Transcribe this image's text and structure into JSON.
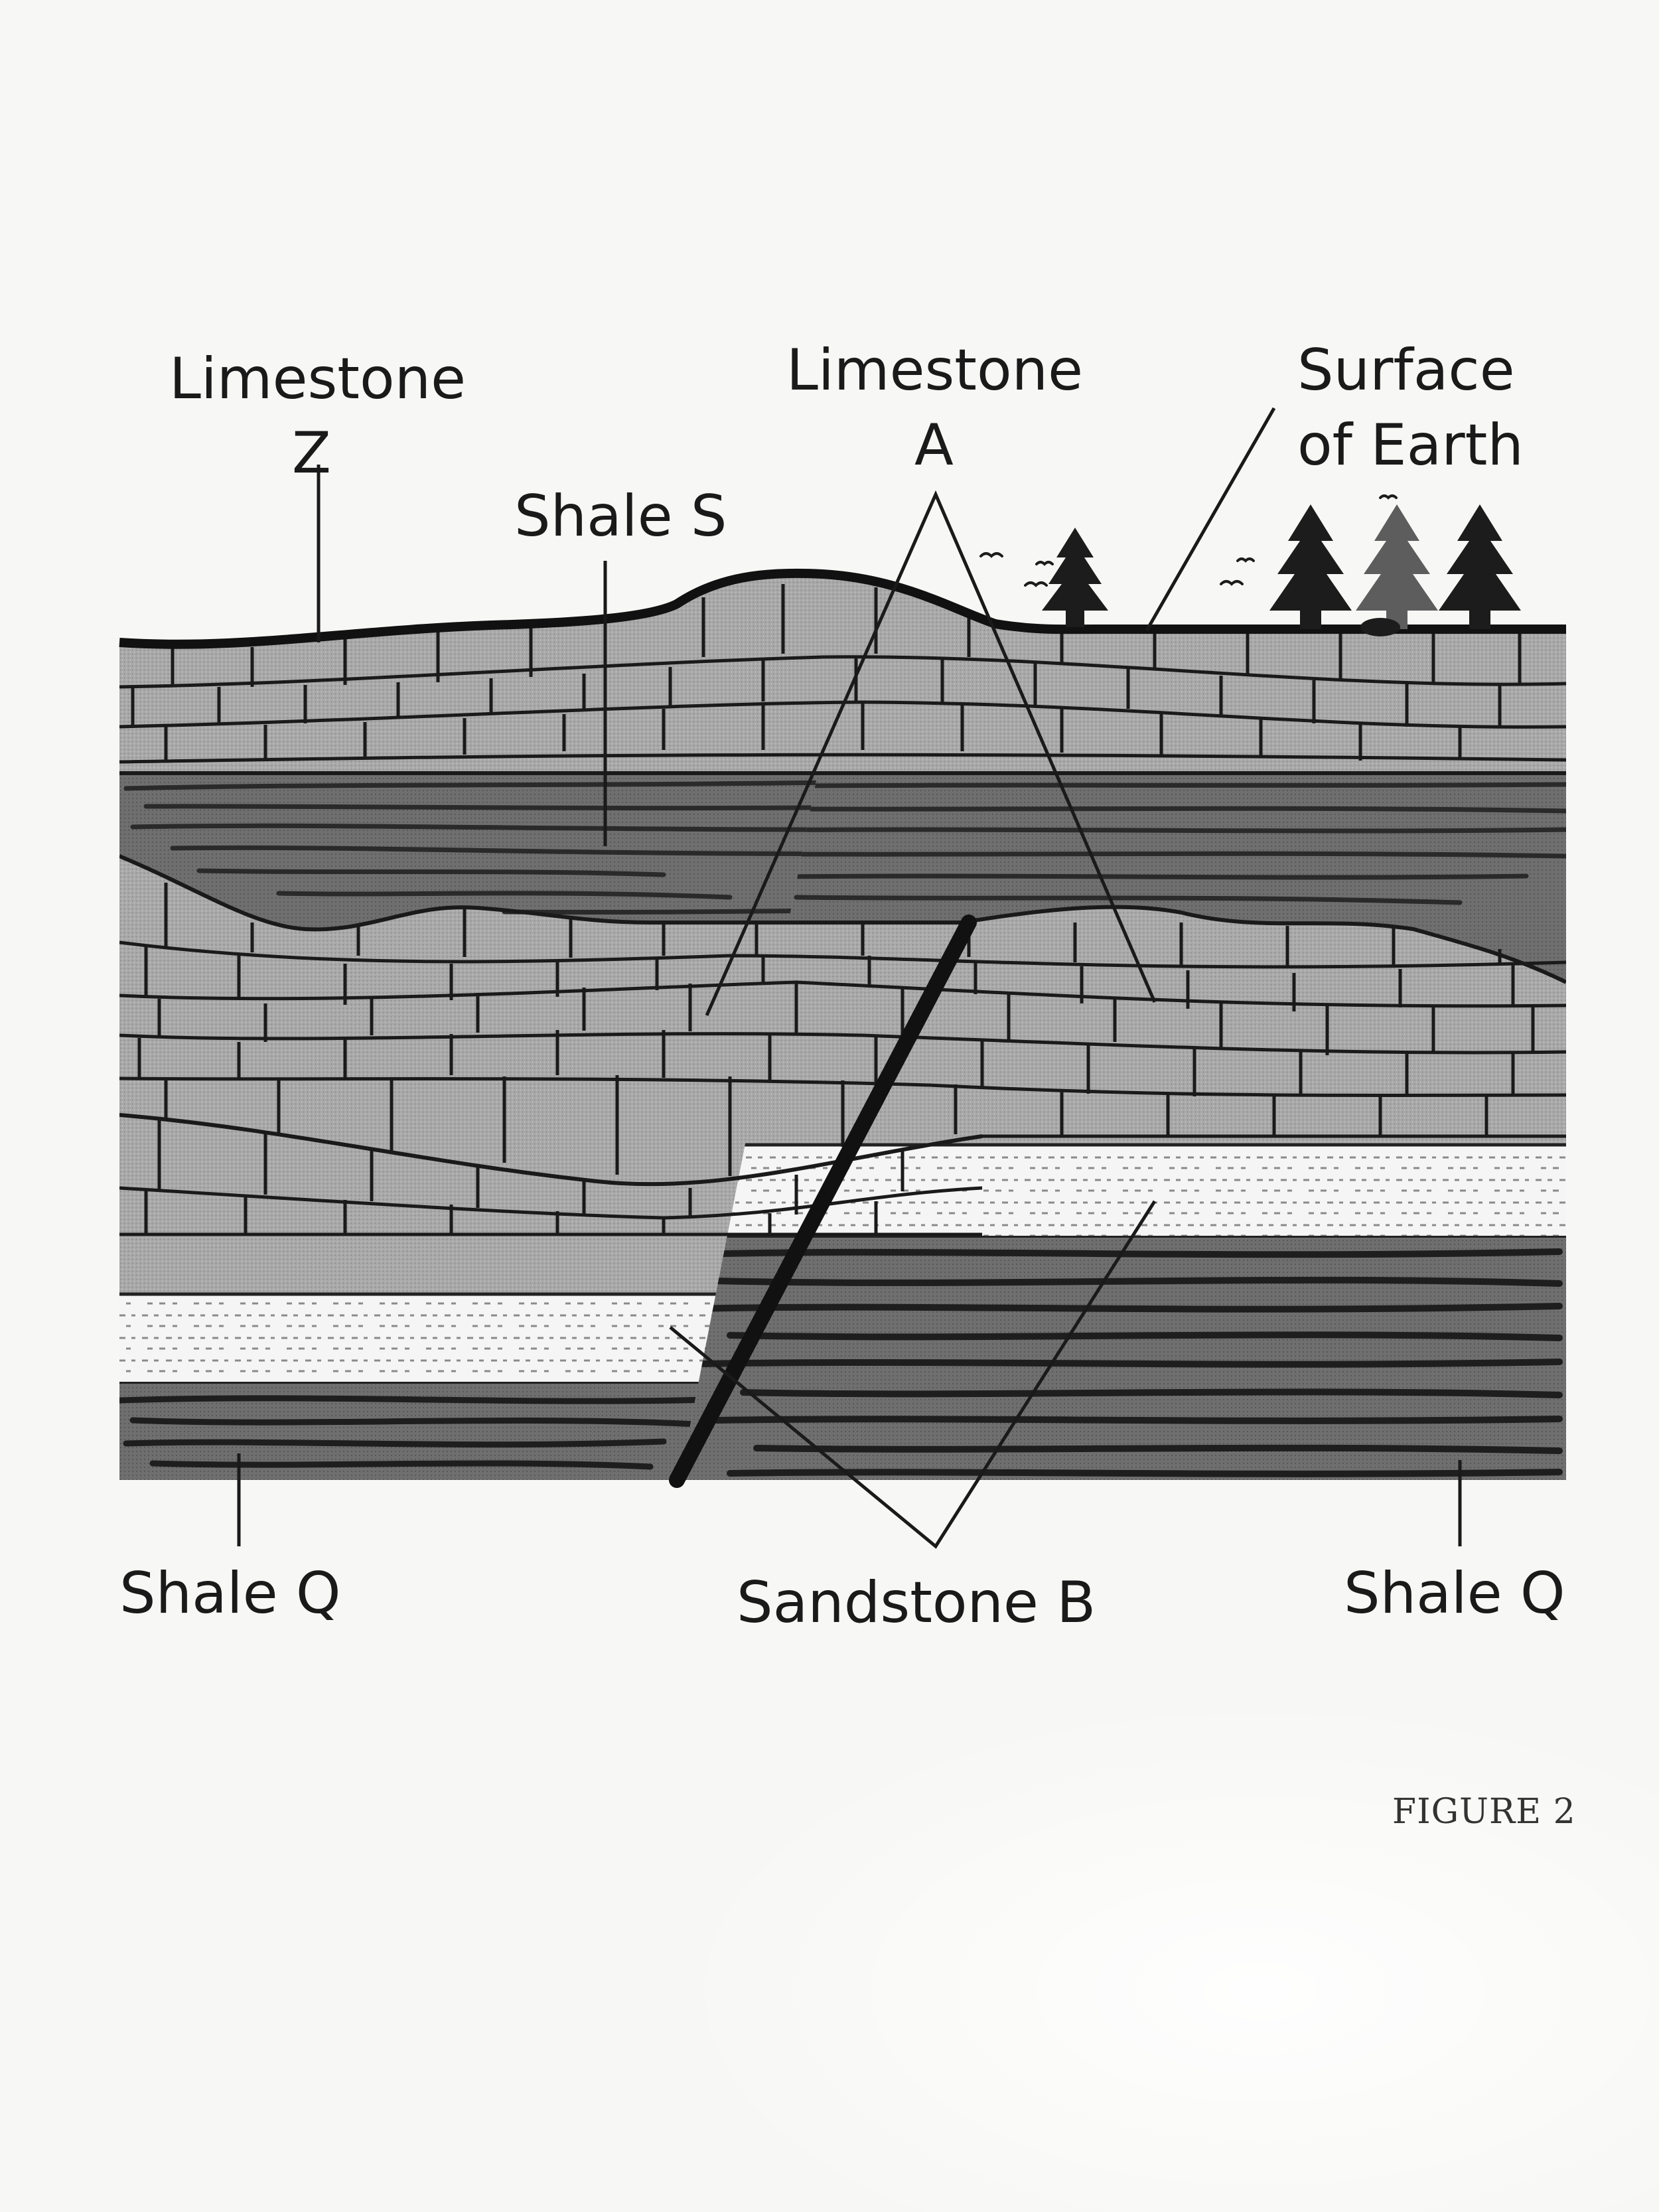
{
  "figure": {
    "caption": "FIGURE 2",
    "labels": {
      "limestone_z_line1": "Limestone",
      "limestone_z_line2": "Z",
      "shale_s": "Shale S",
      "limestone_a_line1": "Limestone",
      "limestone_a_line2": "A",
      "surface_line1": "Surface",
      "surface_line2": "of Earth",
      "shale_q_left": "Shale Q",
      "sandstone_b": "Sandstone B",
      "shale_q_right": "Shale Q"
    },
    "colors": {
      "limestone": "#a6a6a6",
      "shale": "#6b6b6b",
      "sandstone": "#f4f4f4",
      "ink": "#141414"
    }
  }
}
